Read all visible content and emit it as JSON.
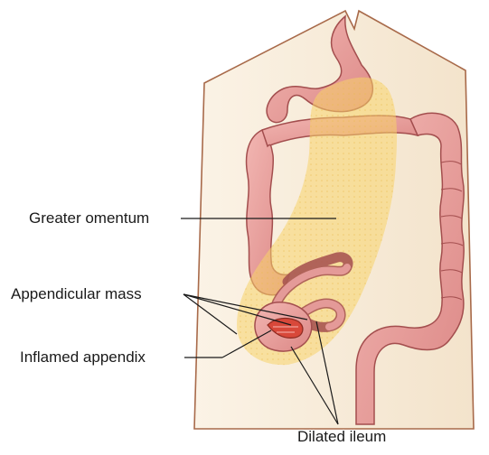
{
  "labels": {
    "greater_omentum": "Greater omentum",
    "appendicular_mass": "Appendicular mass",
    "inflamed_appendix": "Inflamed appendix",
    "dilated_ileum": "Dilated ileum"
  },
  "colors": {
    "abdomen_fill": "#f8eedd",
    "abdomen_outline": "#a86a4a",
    "bowel_fill": "#e49a98",
    "bowel_outline": "#a34e4e",
    "omentum": "#f8d46a",
    "appendix": "#d8483a",
    "leader_line": "#1a1a1a"
  }
}
